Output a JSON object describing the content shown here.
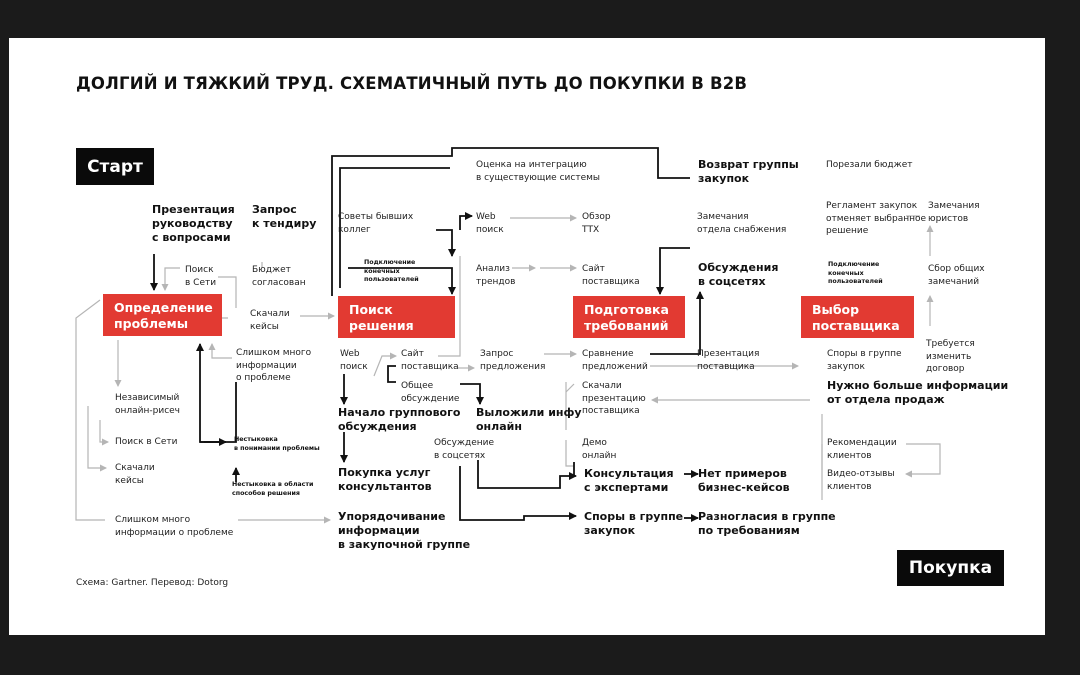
{
  "title": "ДОЛГИЙ И ТЯЖКИЙ ТРУД. СХЕМАТИЧНЫЙ ПУТЬ ДО ПОКУПКИ В B2B",
  "start_label": "Старт",
  "end_label": "Покупка",
  "source": "Схема: Gartner. Перевод: Dotorg",
  "stages": {
    "problem": "Определение\nпроблемы",
    "search": "Поиск\nрешения",
    "requirements": "Подготовка\nтребований",
    "supplier": "Выбор\nпоставщика"
  },
  "bold": {
    "presentation": "Презентация\nруководству\nс вопросами",
    "tender": "Запрос\nк тендиру",
    "group_start": "Начало группового\nобсуждения",
    "consultants": "Покупка услуг\nконсультантов",
    "ordering": "Упорядочивание\nинформации\nв закупочной группе",
    "info_online": "Выложили инфу\nонлайн",
    "return_group": "Возврат группы\nзакупок",
    "social_discussion": "Обсуждения\nв соцсетях",
    "expert_consult": "Консультация\nс экспертами",
    "no_cases": "Нет примеров\nбизнес-кейсов",
    "group_disputes": "Споры в группе\nзакупок",
    "disagreements": "Разногласия в группе\nпо требованиям",
    "need_more_info": "Нужно больше информации\nот отдела продаж"
  },
  "tiny": {
    "mismatch_problem": "Нестыковка\nв понимании проблемы",
    "mismatch_solutions": "Нестыковка в области\nспособов решения",
    "endusers_1": "Подключение\nконечных\nпользователей",
    "endusers_2": "Подключение\nконечных\nпользователей"
  },
  "labels": {
    "web_search_1": "Поиск\nв Сети",
    "budget": "Бюджет\nсогласован",
    "downloaded_cases_1": "Скачали\nкейсы",
    "too_much_info_1": "Слишком много\nинформации\nо проблеме",
    "independent_research": "Независимый\nонлайн-рисеч",
    "web_search_2": "Поиск в Сети",
    "downloaded_cases_2": "Скачали\nкейсы",
    "too_much_info_2": "Слишком много\nинформации о проблеме",
    "former_colleagues": "Советы бывших\nколлег",
    "integration_eval": "Оценка на интеграцию\nв существующие системы",
    "web_search_3": "Web\nпоиск",
    "specs_review": "Обзор\nТТХ",
    "trend_analysis": "Анализ\nтрендов",
    "supplier_site_1": "Сайт\nпоставщика",
    "web_search_4": "Web\nпоиск",
    "supplier_site_2": "Сайт\nпоставщика",
    "offer_request": "Запрос\nпредложения",
    "general_discussion": "Общее\nобсуждение",
    "social_discussion_small": "Обсуждение\nв соцсетях",
    "compare_offers": "Сравнение\nпредложений",
    "downloaded_presentation": "Скачали\nпрезентацию\nпоставщика",
    "online_demo": "Демо\nонлайн",
    "supply_remarks": "Замечания\nотдела снабжения",
    "supplier_presentation": "Презентация\nпоставщика",
    "budget_cut": "Порезали бюджет",
    "procurement_rules": "Регламент закупок\nотменяет выбранное\nрешение",
    "lawyer_remarks": "Замечания\nюристов",
    "collect_remarks": "Сбор общих\nзамечаний",
    "contract_change": "Требуется\nизменить\nдоговор",
    "group_disputes_small": "Споры в группе\nзакупок",
    "client_recommendations": "Рекомендации\nклиентов",
    "video_reviews": "Видео-отзывы\nклиентов"
  },
  "colors": {
    "accent": "#e23a32",
    "dark": "#0a0a0a",
    "page": "#ffffff",
    "thin_line": "#b5b5b5",
    "thick_line": "#111111"
  }
}
